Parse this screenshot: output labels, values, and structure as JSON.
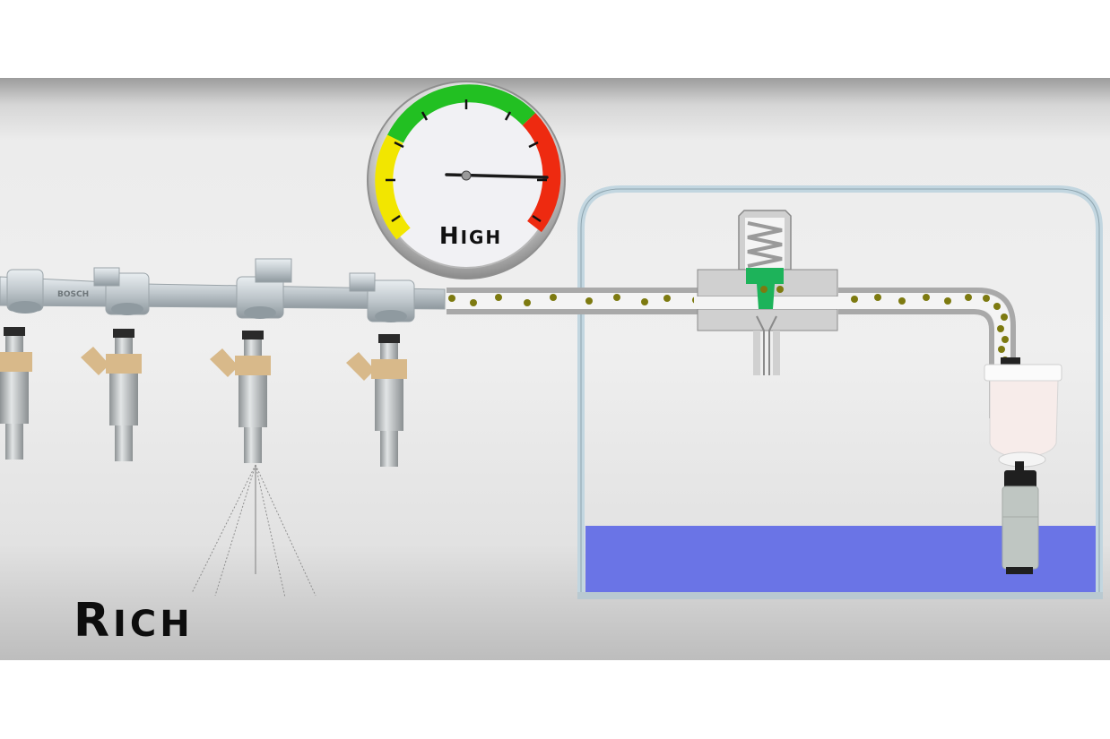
{
  "scene": {
    "title": "Fuel pressure regulator diagram",
    "mixture_label": {
      "first": "R",
      "rest": "ICH",
      "full": "RICH"
    },
    "gauge": {
      "label_first": "H",
      "label_rest": "IGH",
      "label_full": "HIGH",
      "reading": "high",
      "zones": [
        {
          "name": "low",
          "color": "#f2e600"
        },
        {
          "name": "normal",
          "color": "#22c022"
        },
        {
          "name": "high",
          "color": "#ee2a10"
        }
      ]
    },
    "fuel_rail": {
      "brand": "BOSCH",
      "injector_count": 4
    },
    "components": [
      "fuel-rail",
      "fuel-injectors",
      "pressure-gauge",
      "pressure-regulator",
      "fuel-line",
      "fuel-filter",
      "fuel-pump",
      "fuel-tank"
    ],
    "colors": {
      "fuel_dot": "#7d7a10",
      "tank_fuel": "#6a74e6",
      "tank_wall": "#c2d6e0",
      "regulator_diaphragm": "#1db35a",
      "injector_body": "#d8b98a"
    }
  }
}
